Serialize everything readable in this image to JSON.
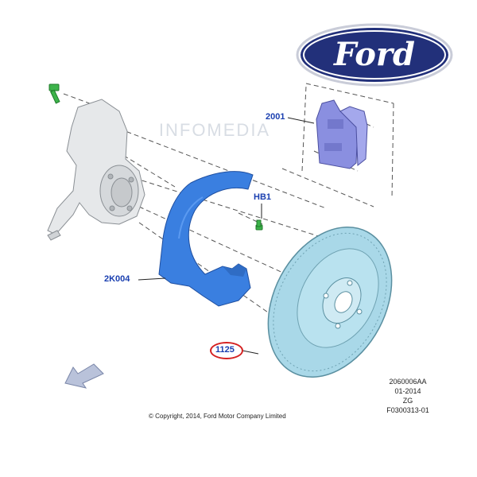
{
  "brand": {
    "logo_text": "Ford",
    "logo_color": "#22307a",
    "watermark_text": "INFOMEDIA"
  },
  "callouts": {
    "brake_pads": "2001",
    "bolt": "HB1",
    "splash_shield": "2K004",
    "brake_disc": "1125"
  },
  "meta": {
    "line1": "2060006AA",
    "line2": "01-2014",
    "line3": "ZG",
    "line4": "F0300313-01"
  },
  "copyright": "© Copyright, 2014, Ford Motor Company Limited",
  "colors": {
    "callout_text": "#1a3fb0",
    "highlight_ring": "#d42020",
    "shield_fill": "#3a7fe0",
    "disc_fill": "#a9d8e8",
    "pads_fill": "#8a8fe0",
    "bolt_fill": "#3cb34a"
  },
  "icons": {
    "direction_arrow": "arrow-down-left-icon"
  }
}
